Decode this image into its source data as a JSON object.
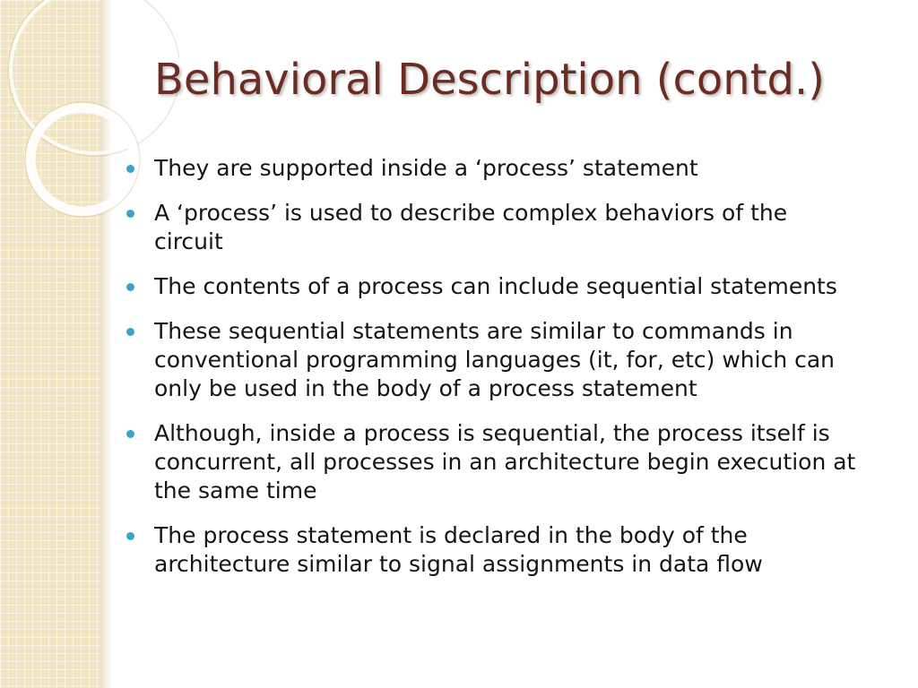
{
  "slide": {
    "title": "Behavioral Description (contd.)",
    "bullets": [
      "They are supported inside a ‘process’ statement",
      "A ‘process’ is used to describe complex behaviors of the circuit",
      "The contents of a process can include sequential statements",
      "These sequential statements are similar to commands in conventional programming languages (it, for, etc) which can only be used in the body of a process statement",
      "Although, inside a process is sequential, the process itself is concurrent,  all processes in an architecture begin execution at the same time",
      "The process statement is declared in the body of the architecture similar to signal assignments in data flow"
    ]
  },
  "theme": {
    "title_color": "#6b2d22",
    "bullet_color": "#3aa3c9",
    "side_panel_color": "#f1e5c4",
    "text_color": "#151515"
  }
}
